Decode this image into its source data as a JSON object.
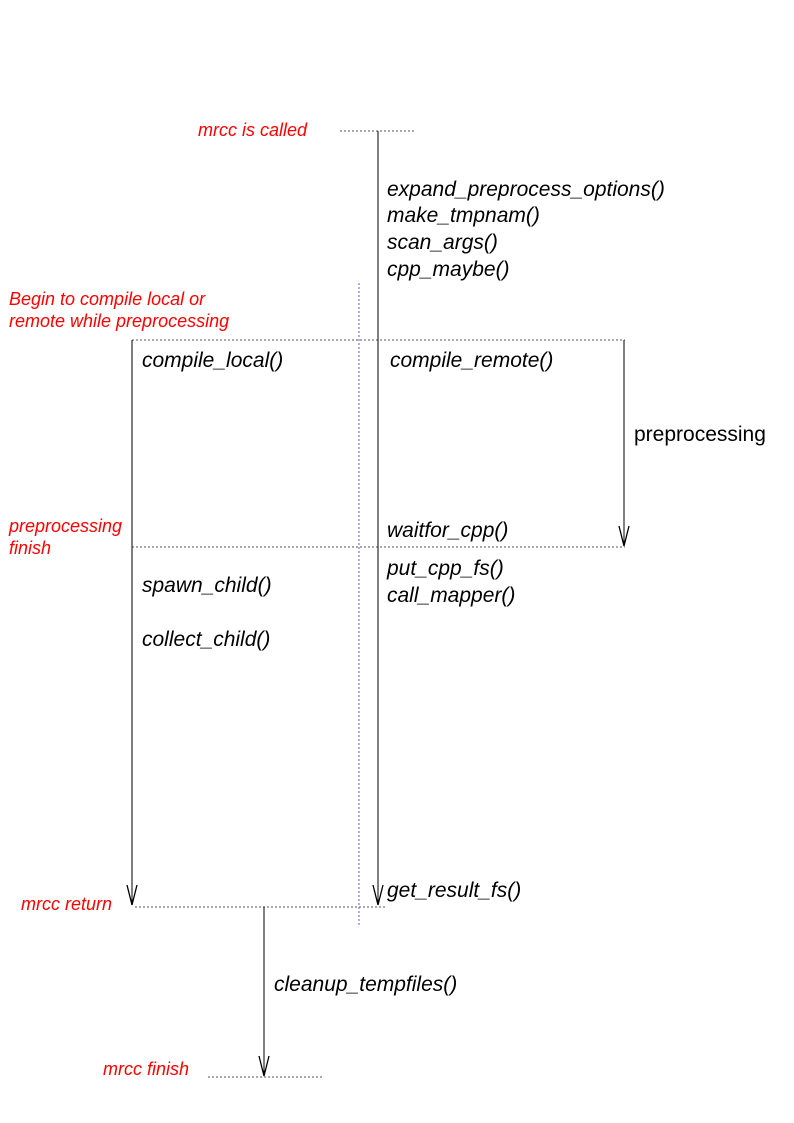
{
  "colors": {
    "annotation": "#ff0000",
    "function_text": "#000000",
    "lines": "#000000",
    "dotted_lines": "#555555",
    "center_divider": "#6a5acd"
  },
  "events": {
    "called": "mrcc  is called",
    "begin_compile_line1": "Begin to compile local or",
    "begin_compile_line2": "remote while preprocessing",
    "preprocessing_finish_line1": "preprocessing",
    "preprocessing_finish_line2": "finish",
    "mrcc_return": "mrcc return",
    "mrcc_finish": "mrcc finish"
  },
  "init_functions": [
    "expand_preprocess_options()",
    "make_tmpnam()",
    "scan_args()",
    "cpp_maybe()"
  ],
  "local_branch": {
    "compile": "compile_local()",
    "spawn": "spawn_child()",
    "collect": "collect_child()"
  },
  "remote_branch": {
    "compile": "compile_remote()",
    "wait": "waitfor_cpp()",
    "put": "put_cpp_fs()",
    "mapper": "call_mapper()",
    "get_result": "get_result_fs()"
  },
  "preprocessing_label": "preprocessing",
  "cleanup": "cleanup_tempfiles()"
}
